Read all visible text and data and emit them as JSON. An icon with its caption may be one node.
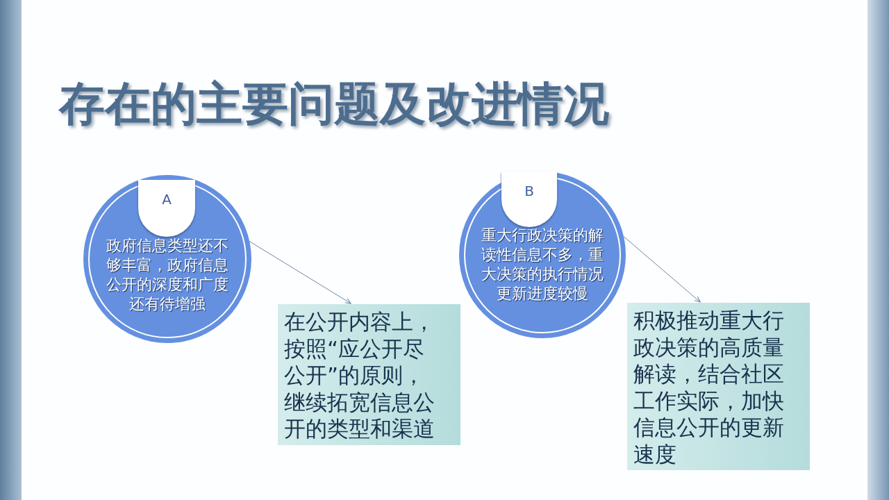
{
  "diagram": {
    "title": "存在的主要问题及改进情况",
    "nodes": [
      {
        "text": [
          "政府信息类型还不够丰富，政府信息公开的深度和广度还有待增强"
        ]
      },
      {
        "text": [
          "A"
        ],
        "in": 0
      },
      {
        "text": [
          "在公开内容上，按照“应公开尽公开”的原则，继续拓宽信息公开的类型和渠道"
        ]
      },
      {
        "text": [
          "重大行政决策的解读性信息不多，重大决策的执行情况更新进度较慢"
        ]
      },
      {
        "text": [
          "B"
        ],
        "in": 3
      },
      {
        "text": [
          "积极推动重大行政决策的高质量解读，结合社区工作实际，加快信息公开的更新速度"
        ]
      }
    ],
    "edges": [
      {
        "from": 0,
        "to": 2,
        "arrow": "to"
      },
      {
        "from": 3,
        "to": 5,
        "arrow": "to"
      }
    ]
  }
}
